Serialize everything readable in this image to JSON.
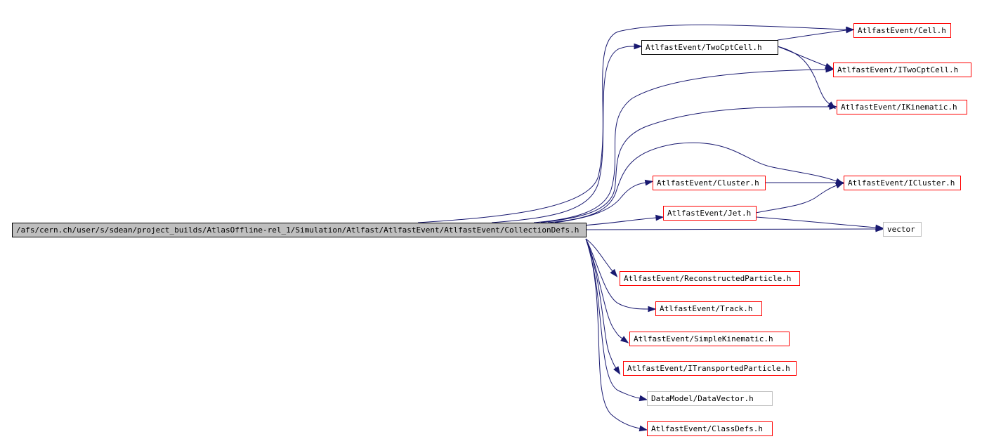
{
  "colors": {
    "edge": "#191970",
    "root_fill": "#bfbfbf",
    "border_documented": "#ff0000",
    "border_plain": "#000000",
    "border_external": "#bfbfbf",
    "node_fill": "#ffffff"
  },
  "nodes": [
    {
      "id": "root",
      "label": "/afs/cern.ch/user/s/sdean/project_builds/AtlasOffline-rel_1/Simulation/Atlfast/AtlfastEvent/AtlfastEvent/CollectionDefs.h",
      "kind": "root",
      "clickable": false
    },
    {
      "id": "cell",
      "label": "AtlfastEvent/Cell.h",
      "kind": "documented",
      "clickable": true
    },
    {
      "id": "twocpt",
      "label": "AtlfastEvent/TwoCptCell.h",
      "kind": "plain",
      "clickable": true
    },
    {
      "id": "itwocpt",
      "label": "AtlfastEvent/ITwoCptCell.h",
      "kind": "documented",
      "clickable": true
    },
    {
      "id": "ikin",
      "label": "AtlfastEvent/IKinematic.h",
      "kind": "documented",
      "clickable": true
    },
    {
      "id": "cluster",
      "label": "AtlfastEvent/Cluster.h",
      "kind": "documented",
      "clickable": true
    },
    {
      "id": "icluster",
      "label": "AtlfastEvent/ICluster.h",
      "kind": "documented",
      "clickable": true
    },
    {
      "id": "jet",
      "label": "AtlfastEvent/Jet.h",
      "kind": "documented",
      "clickable": true
    },
    {
      "id": "vector",
      "label": "vector",
      "kind": "external",
      "clickable": false
    },
    {
      "id": "recon",
      "label": "AtlfastEvent/ReconstructedParticle.h",
      "kind": "documented",
      "clickable": true
    },
    {
      "id": "track",
      "label": "AtlfastEvent/Track.h",
      "kind": "documented",
      "clickable": true
    },
    {
      "id": "simplekin",
      "label": "AtlfastEvent/SimpleKinematic.h",
      "kind": "documented",
      "clickable": true
    },
    {
      "id": "itransp",
      "label": "AtlfastEvent/ITransportedParticle.h",
      "kind": "documented",
      "clickable": true
    },
    {
      "id": "datavec",
      "label": "DataModel/DataVector.h",
      "kind": "external",
      "clickable": false
    },
    {
      "id": "classdefs",
      "label": "AtlfastEvent/ClassDefs.h",
      "kind": "documented",
      "clickable": true
    }
  ],
  "edges": [
    {
      "from": "root",
      "to": "cell"
    },
    {
      "from": "root",
      "to": "twocpt"
    },
    {
      "from": "root",
      "to": "itwocpt"
    },
    {
      "from": "root",
      "to": "ikin"
    },
    {
      "from": "root",
      "to": "cluster"
    },
    {
      "from": "root",
      "to": "icluster"
    },
    {
      "from": "root",
      "to": "jet"
    },
    {
      "from": "root",
      "to": "vector"
    },
    {
      "from": "root",
      "to": "recon"
    },
    {
      "from": "root",
      "to": "track"
    },
    {
      "from": "root",
      "to": "simplekin"
    },
    {
      "from": "root",
      "to": "itransp"
    },
    {
      "from": "root",
      "to": "datavec"
    },
    {
      "from": "root",
      "to": "classdefs"
    },
    {
      "from": "twocpt",
      "to": "cell"
    },
    {
      "from": "twocpt",
      "to": "itwocpt"
    },
    {
      "from": "twocpt",
      "to": "ikin"
    },
    {
      "from": "cluster",
      "to": "icluster"
    },
    {
      "from": "jet",
      "to": "icluster"
    },
    {
      "from": "jet",
      "to": "vector"
    }
  ]
}
